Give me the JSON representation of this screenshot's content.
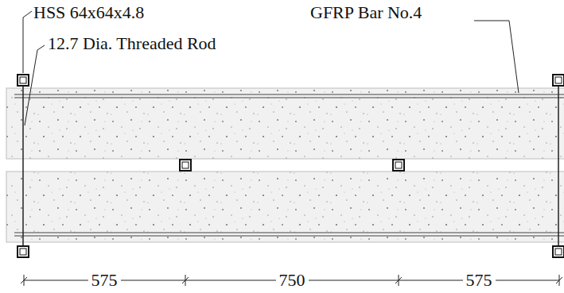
{
  "diagram": {
    "labels": [
      "HSS 64x64x4.8",
      "12.7 Dia. Threaded Rod",
      "GFRP Bar No.4",
      "575",
      "750",
      "575"
    ]
  }
}
